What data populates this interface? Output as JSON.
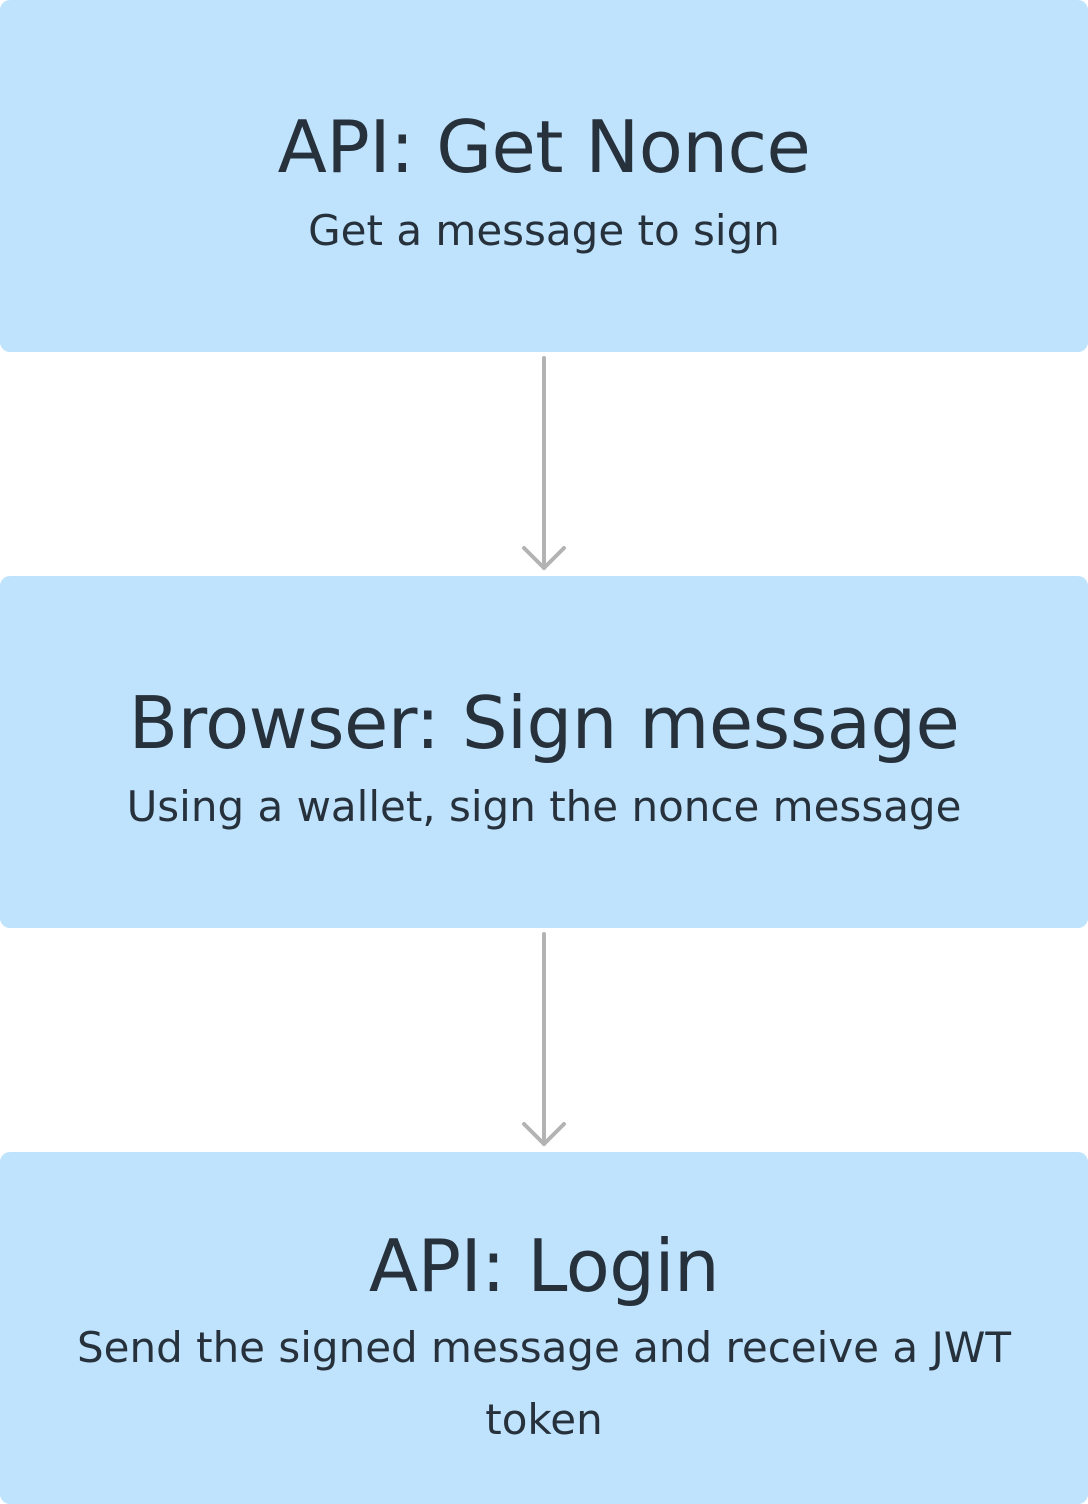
{
  "steps": [
    {
      "title": "API: Get Nonce",
      "description": "Get a message to sign"
    },
    {
      "title": "Browser: Sign message",
      "description": "Using a wallet, sign the nonce message"
    },
    {
      "title": "API: Login",
      "description": "Send the signed message and receive a JWT token"
    }
  ],
  "colors": {
    "box_fill": "#bfe3fd",
    "text": "#26313c",
    "arrow": "#b3b3b3",
    "background": "#ffffff"
  }
}
